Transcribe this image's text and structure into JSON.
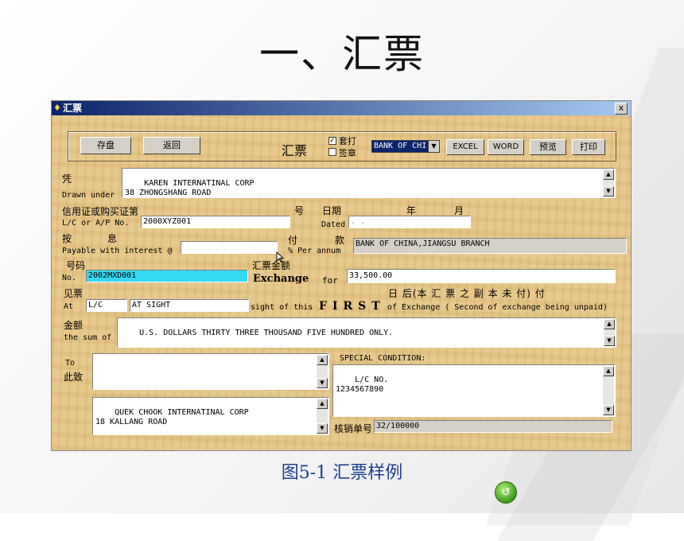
{
  "slide": {
    "title": "一、汇票",
    "caption": "图5-1   汇票样例"
  },
  "window": {
    "title": "汇票",
    "close": "x"
  },
  "toolbar": {
    "save": "存盘",
    "back": "返回",
    "form_title": "汇票",
    "check_print": "套打",
    "check_seal": "签章",
    "bank_select": "BANK OF CHI",
    "excel": "EXCEL",
    "word": "WORD",
    "preview": "预览",
    "print": "打印"
  },
  "drawn_under": {
    "label_cn": "凭",
    "label_en": "Drawn  under",
    "value": "KAREN INTERNATINAL CORP\n38 ZHONGSHANG ROAD"
  },
  "lc": {
    "label_cn": "信用证或购买证第",
    "label_en": "L/C or A/P No.",
    "value": "2000XYZ001",
    "no_cn": "号",
    "date_cn": "日期",
    "year_cn": "年",
    "month_cn": "月",
    "dated_en": "Dated",
    "dated_value": ". ."
  },
  "interest": {
    "label_cn_1": "按",
    "label_cn_2": "息",
    "label_en": "Payable with interest @",
    "value": "",
    "pay_cn": "付",
    "fund_cn": "款",
    "per_annum": "% Per  annum",
    "bank_value": "BANK OF CHINA,JIANGSU BRANCH"
  },
  "number": {
    "label_cn": "号码",
    "label_en": "No.",
    "value": "2002MXD001",
    "amount_cn": "汇票金额",
    "exchange_en": "Exchange",
    "for_en": "for",
    "amount_value": "33,500.00"
  },
  "sight": {
    "label_cn": "见票",
    "label_en": "At",
    "lc_value": "L/C",
    "at_sight_value": "AT SIGHT",
    "text_cn": "日 后(本 汇 票 之 副 本 未 付) 付",
    "sight_en": "sight of this",
    "first_en": "FIRST",
    "of_en": "of  Exchange ( Second of  exchange  being  unpaid)"
  },
  "sum": {
    "label_cn": "金额",
    "label_en": "the sum of",
    "value": "U.S. DOLLARS THIRTY THREE THOUSAND FIVE HUNDRED ONLY."
  },
  "to": {
    "label_en": "To",
    "label_cn": "此致",
    "value": "",
    "drawer_value": "QUEK CHOOK INTERNATINAL CORP\n18 KALLANG ROAD"
  },
  "special": {
    "label": "SPECIAL CONDITION:",
    "value": "L/C NO.\n1234567890",
    "verify_cn": "核销单号",
    "verify_value": "32/100000"
  }
}
